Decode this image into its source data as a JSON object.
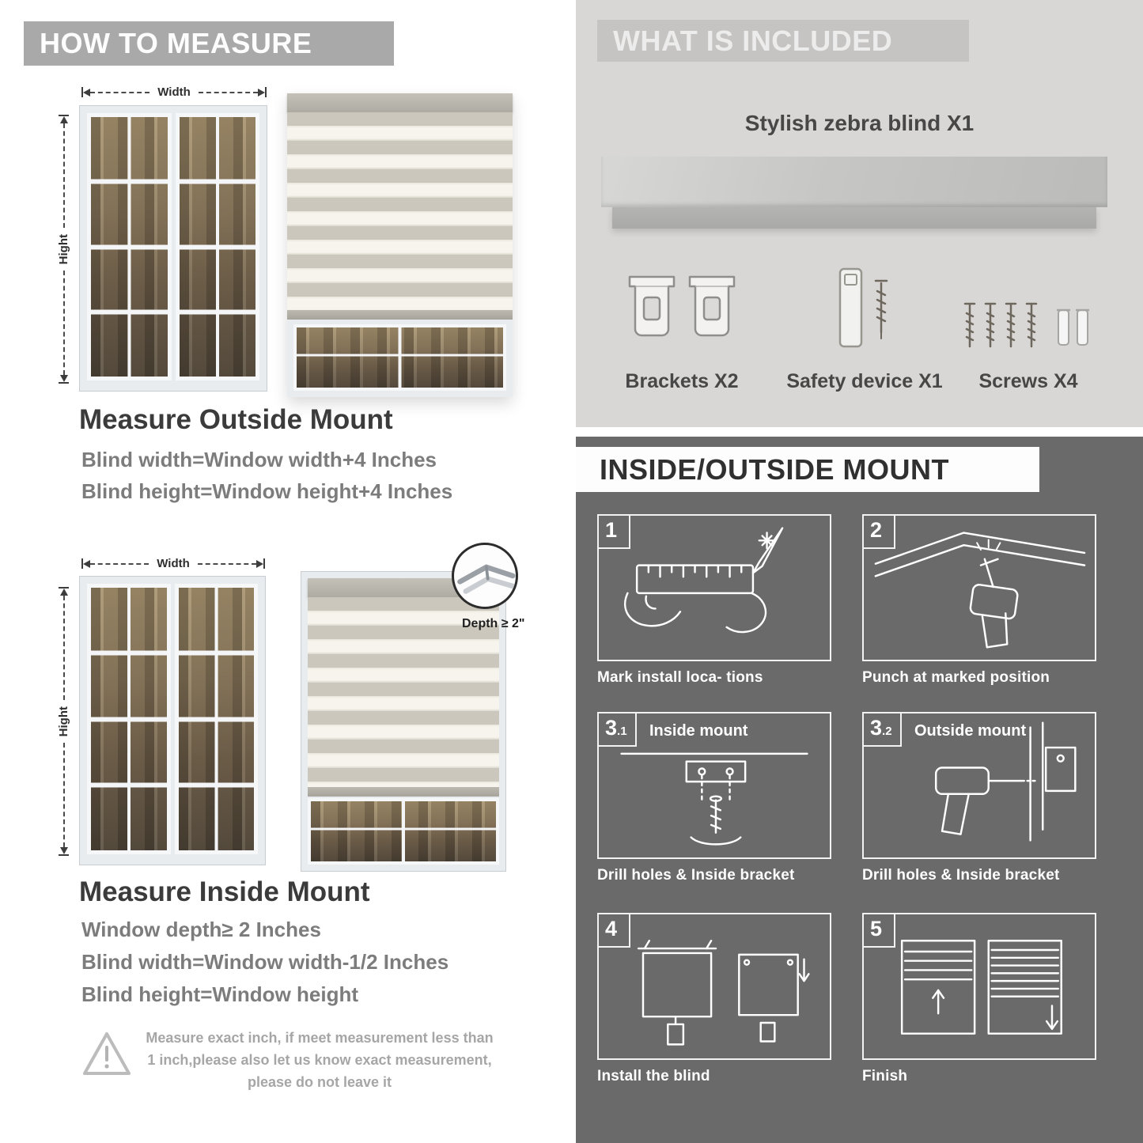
{
  "measure": {
    "header": "HOW TO MEASURE",
    "width_label": "Width",
    "height_label": "Hight",
    "outside": {
      "title": "Measure Outside Mount",
      "lines": [
        "Blind width=Window width+4 Inches",
        "Blind height=Window height+4 Inches"
      ]
    },
    "inside": {
      "title": "Measure Inside Mount",
      "depth_callout": "Depth ≥ 2\"",
      "lines": [
        "Window depth≥ 2 Inches",
        "Blind width=Window width-1/2 Inches",
        "Blind height=Window height"
      ]
    },
    "warning_text": "Measure exact inch, if meet measurement less than 1 inch,please also let us know exact measurement, please do not leave it"
  },
  "included": {
    "header": "WHAT IS INCLUDED",
    "blind_label": "Stylish zebra blind X1",
    "items": [
      {
        "name": "brackets",
        "label": "Brackets X2"
      },
      {
        "name": "safety-device",
        "label": "Safety device X1"
      },
      {
        "name": "screws",
        "label": "Screws X4"
      }
    ]
  },
  "mount_steps": {
    "header": "INSIDE/OUTSIDE MOUNT",
    "steps": [
      {
        "num": "1",
        "caption": "Mark install loca- tions"
      },
      {
        "num": "2",
        "caption": "Punch at  marked position"
      },
      {
        "num": "3",
        "sub": ".1",
        "label": "Inside mount",
        "caption": "Drill holes &  Inside bracket"
      },
      {
        "num": "3",
        "sub": ".2",
        "label": "Outside mount",
        "caption": "Drill holes &  Inside bracket"
      },
      {
        "num": "4",
        "caption": "Install the blind"
      },
      {
        "num": "5",
        "caption": "Finish"
      }
    ]
  },
  "colors": {
    "banner_gray": "#a9a9a9",
    "panel_light": "#d8d7d5",
    "panel_dark": "#6a6a6a",
    "text_dark": "#3b3b3b",
    "text_mid": "#7c7c7c",
    "stripe_gray": "#cbc7bd",
    "stripe_sheer": "#f6f4ed"
  }
}
